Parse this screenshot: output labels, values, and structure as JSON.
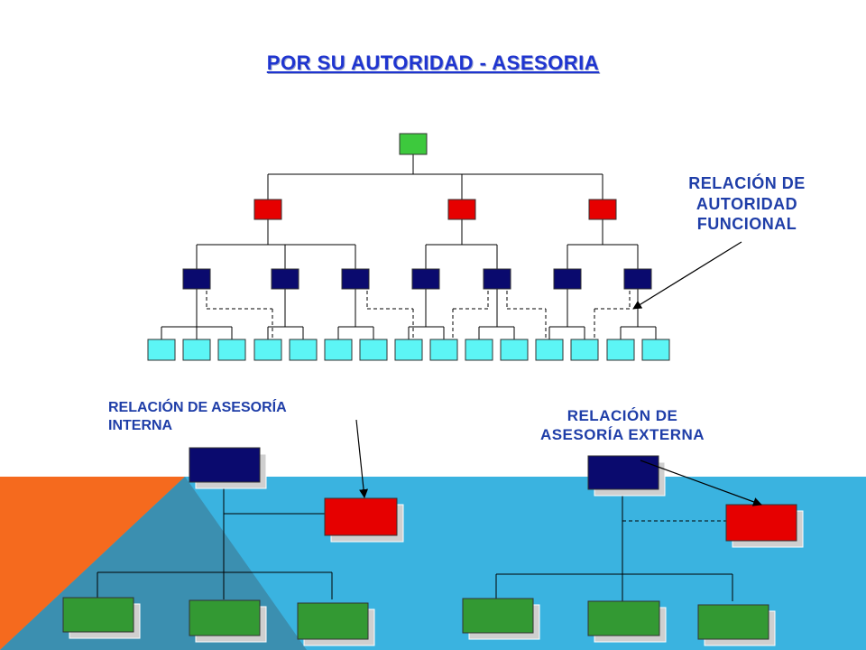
{
  "title": "POR SU AUTORIDAD - ASESORIA",
  "labels": {
    "funcional": [
      "RELACIÓN DE",
      "AUTORIDAD",
      "FUNCIONAL"
    ],
    "interna": [
      "RELACIÓN DE ASESORÍA",
      "INTERNA"
    ],
    "externa": [
      "RELACIÓN DE",
      "ASESORÍA EXTERNA"
    ]
  },
  "colors": {
    "top_box": "#3dc93d",
    "red_box": "#e60000",
    "navy_box": "#0a0a6e",
    "cyan_box": "#5cf5f5",
    "green_box": "#339933",
    "sky_background": "#3ab3e0",
    "orange_background": "#f56a1e",
    "line": "#000000",
    "label_text": "#1f3ea8"
  }
}
